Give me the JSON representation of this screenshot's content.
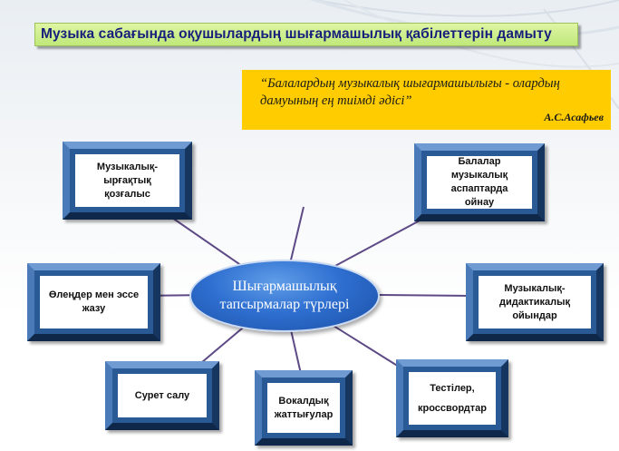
{
  "title": "Музыка сабағында оқушылардың  шығармашылық  қабілеттерін дамыту",
  "quote": {
    "text": "“Балалардың музыкалық шығармашылығы - олардың дамуының  ең тиімді әдісі”",
    "author": "А.С.Асафьев"
  },
  "center_label": "Шығармашылық\nтапсырмалар  түрлері",
  "nodes": {
    "rhythm": "Музыкалық-ырғақтық қозғалыс",
    "instruments": "Балалар музыкалық аспаптарда  ойнау",
    "poems": "Өлеңдер  мен  эссе жазу",
    "didactic": "Музыкалық-дидактикалық ойындар",
    "drawing": "Сурет  салу",
    "vocal": "Вокалдық жаттығулар",
    "tests": "Тестілер, кроссвордтар"
  },
  "colors": {
    "title_bg": "#c9ee88",
    "title_text": "#17207a",
    "quote_bg": "#ffcc00",
    "node_frame": "#2a5a96",
    "center_fill": "#2f6fd0",
    "connector": "#5d4a86"
  }
}
